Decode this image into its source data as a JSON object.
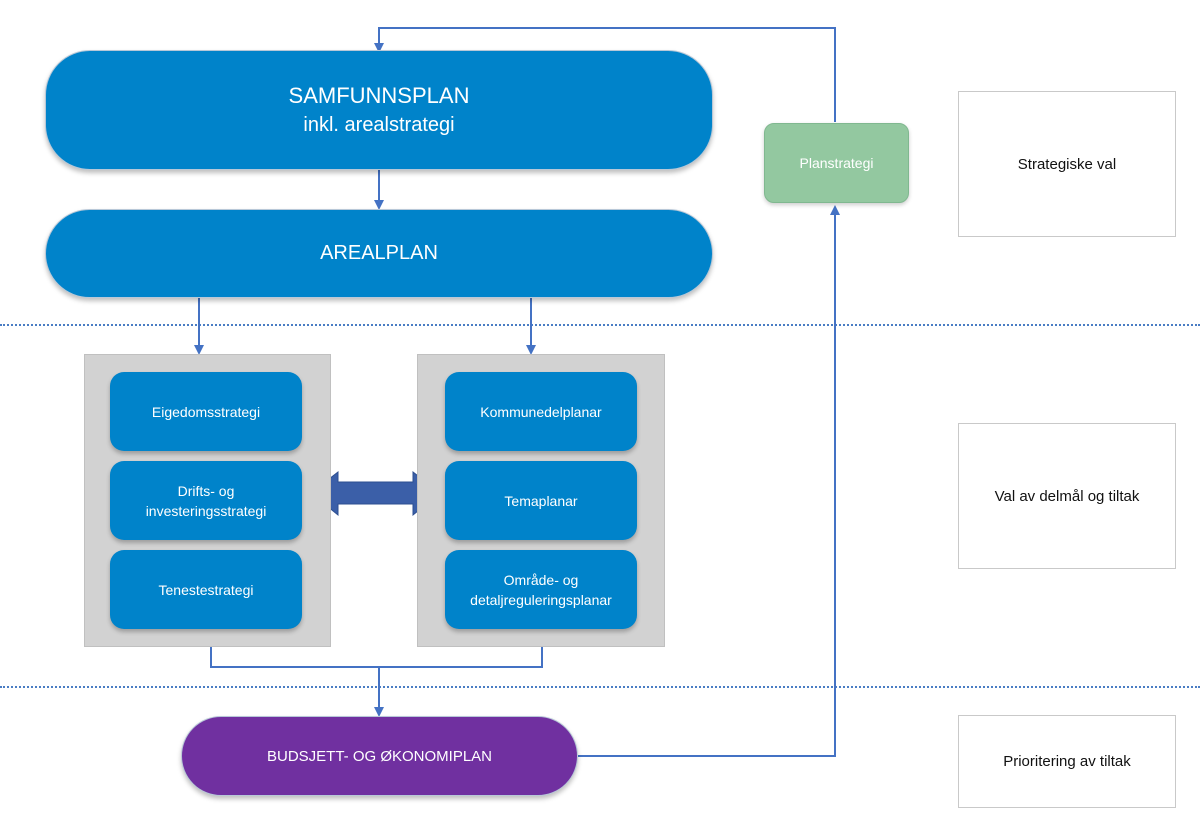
{
  "samfunnsplan": {
    "line1": "SAMFUNNSPLAN",
    "line2": "inkl. arealstrategi"
  },
  "arealplan": {
    "label": "AREALPLAN"
  },
  "planstrategi": {
    "label": "Planstrategi"
  },
  "left_group": {
    "items": [
      {
        "label": "Eigedomsstrategi"
      },
      {
        "line1": "Drifts- og",
        "line2": "investeringsstrategi"
      },
      {
        "label": "Tenestestrategi"
      }
    ]
  },
  "right_group": {
    "items": [
      {
        "label": "Kommunedelplanar"
      },
      {
        "label": "Temaplanar"
      },
      {
        "line1": "Område- og",
        "line2": "detaljreguleringsplanar"
      }
    ]
  },
  "budsjett": {
    "label": "BUDSJETT- OG ØKONOMIPLAN"
  },
  "levels": [
    {
      "label": "Strategiske val"
    },
    {
      "label": "Val av delmål og tiltak"
    },
    {
      "label": "Prioritering av tiltak"
    }
  ],
  "colors": {
    "primary_blue": "#0083CA",
    "connector_blue": "#4472C4",
    "planstrategi_green": "#93C8A0",
    "budsjett_purple": "#7030A0",
    "panel_grey": "#D2D2D2"
  }
}
